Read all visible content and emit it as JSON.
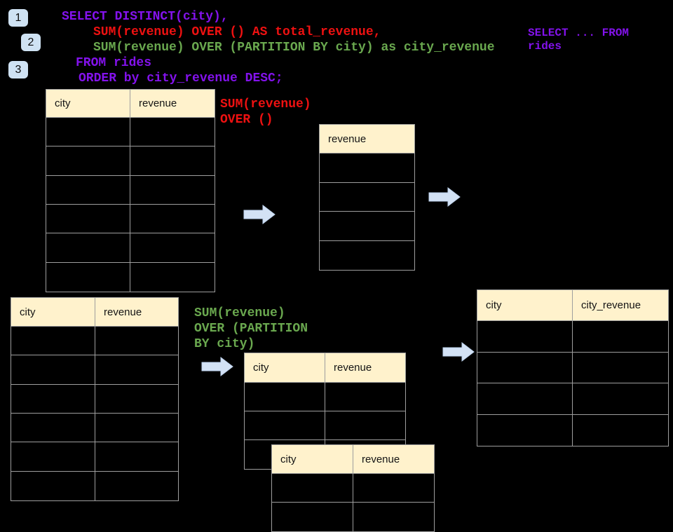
{
  "slide": {
    "steps": [
      "1",
      "2",
      "3"
    ],
    "sql": {
      "line_select": "SELECT DISTINCT(city),",
      "line_total": "SUM(revenue) OVER () AS total_revenue,",
      "line_partition": "SUM(revenue) OVER (PARTITION BY city) as city_revenue",
      "line_from": "FROM rides",
      "line_order": "ORDER by city_revenue DESC;"
    },
    "side_note": {
      "line1": "SELECT ... FROM",
      "line2": "rides"
    },
    "total_label": {
      "line1": "SUM(revenue)",
      "line2": "OVER ()"
    },
    "partition_label": {
      "line1": "SUM(revenue)",
      "line2": "OVER (PARTITION",
      "line3": "BY city)"
    },
    "tables": [
      {
        "name": "rides-source-table-total",
        "headers": [
          "city",
          "revenue"
        ],
        "rows": 6
      },
      {
        "name": "total-revenue-result-table",
        "headers": [
          "revenue"
        ],
        "rows": 4
      },
      {
        "name": "rides-source-table-partition",
        "headers": [
          "city",
          "revenue"
        ],
        "rows": 6
      },
      {
        "name": "partition-group-table-1",
        "headers": [
          "city",
          "revenue"
        ],
        "rows": 3
      },
      {
        "name": "partition-group-table-2",
        "headers": [
          "city",
          "revenue"
        ],
        "rows": 2
      },
      {
        "name": "city-revenue-result-table",
        "headers": [
          "city",
          "city_revenue"
        ],
        "rows": 4
      }
    ],
    "colors": {
      "background": "#000000",
      "code_purple": "#8312EC",
      "code_red": "#EE1111",
      "code_green": "#6AA84F",
      "table_header_fill": "#FFF2CC",
      "table_border": "#9E9E9E",
      "badge_fill": "#CFE2F3",
      "arrow_fill": "#D3E2F5",
      "arrow_border": "#BED3EE"
    }
  }
}
